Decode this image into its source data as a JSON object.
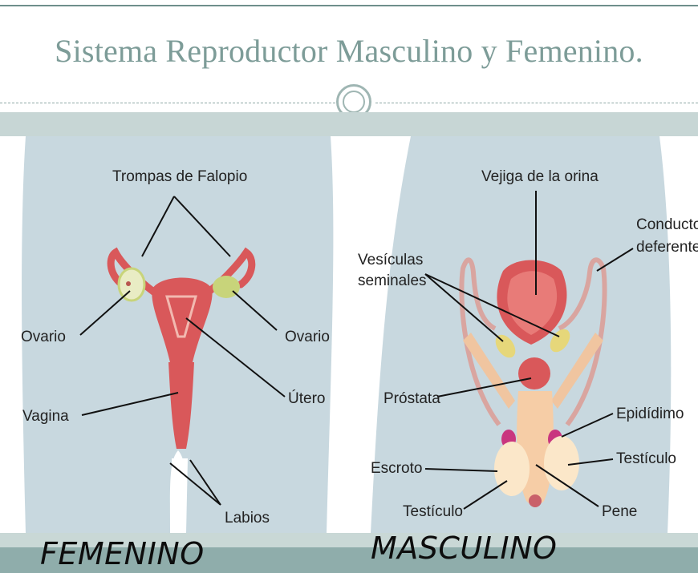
{
  "title": "Sistema Reproductor Masculino y Femenino.",
  "female": {
    "caption": "FEMENINO",
    "labels": {
      "trompas": "Trompas de Falopio",
      "ovario_left": "Ovario",
      "ovario_right": "Ovario",
      "utero": "Útero",
      "vagina": "Vagina",
      "labios": "Labios"
    }
  },
  "male": {
    "caption": "MASCULINO",
    "labels": {
      "vejiga": "Vejiga de la orina",
      "conducto_line1": "Conducto",
      "conducto_line2": "deferente",
      "vesiculas_line1": "Vesículas",
      "vesiculas_line2": "seminales",
      "prostata": "Próstata",
      "epididimo": "Epidídimo",
      "testiculo_right": "Testículo",
      "escroto": "Escroto",
      "testiculo_left": "Testículo",
      "pene": "Pene"
    }
  },
  "colors": {
    "title": "#7d9c98",
    "body_silhouette": "#c8d8df",
    "organ": "#d9585a",
    "ovary": "#c8d47a",
    "band": "#8fadab"
  }
}
